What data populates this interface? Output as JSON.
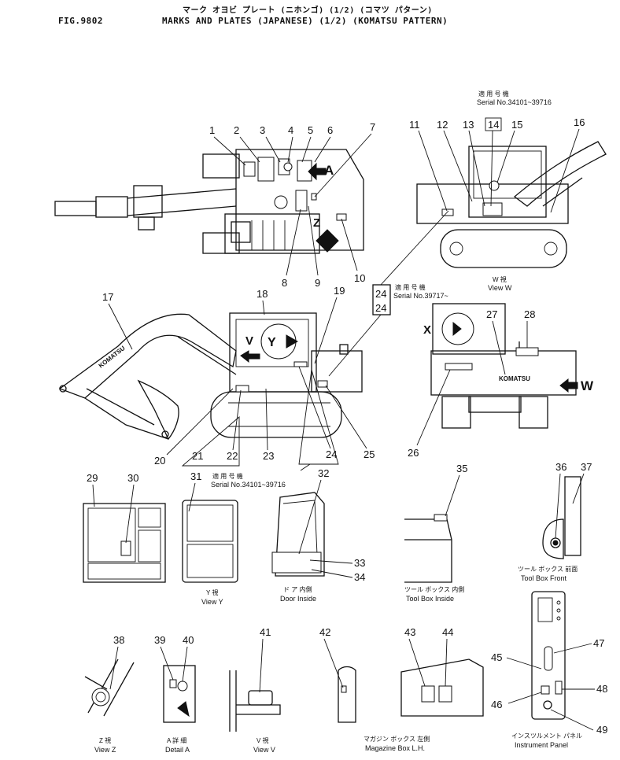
{
  "header": {
    "fig_no": "FIG.9802",
    "title_jp": "マーク オヨビ プレート (ニホンゴ) (1/2) (コマツ パターン)",
    "title_en": "MARKS AND PLATES (JAPANESE) (1/2) (KOMATSU PATTERN)"
  },
  "callouts": [
    "1",
    "2",
    "3",
    "4",
    "5",
    "6",
    "7",
    "8",
    "9",
    "10",
    "11",
    "12",
    "13",
    "14",
    "15",
    "16",
    "17",
    "18",
    "19",
    "20",
    "21",
    "22",
    "23",
    "24",
    "25",
    "26",
    "27",
    "28",
    "29",
    "30",
    "31",
    "32",
    "33",
    "34",
    "35",
    "36",
    "37",
    "38",
    "39",
    "40",
    "41",
    "42",
    "43",
    "44",
    "45",
    "46",
    "47",
    "48",
    "49"
  ],
  "serials": {
    "s1_jp": "適 用 号 機",
    "s1": "Serial No.34101~39716",
    "s2_jp": "適 用 号 機",
    "s2": "Serial No.39717~",
    "s3_jp": "適 用 号 機",
    "s3": "Serial No.34101~39716"
  },
  "view_letters": {
    "A": "A",
    "Z": "Z",
    "Y": "Y",
    "V": "V",
    "X": "X",
    "W": "W"
  },
  "brand": "KOMATSU",
  "views": {
    "view_w_jp": "W 視",
    "view_w": "View W",
    "view_y_jp": "Y 視",
    "view_y": "View Y",
    "door_inside_jp": "ド ア 内側",
    "door_inside": "Door Inside",
    "toolbox_inside_jp": "ツール ボックス 内側",
    "toolbox_inside": "Tool Box Inside",
    "toolbox_front_jp": "ツール ボックス 前面",
    "toolbox_front": "Tool Box Front",
    "view_z_jp": "Z 視",
    "view_z": "View Z",
    "detail_a_jp": "A 詳 細",
    "detail_a": "Detail A",
    "view_v_jp": "V 視",
    "view_v": "View V",
    "magazine_jp": "マガジン ボックス 左側",
    "magazine": "Magazine Box L.H.",
    "instrument_jp": "インスツルメント パネル",
    "instrument": "Instrument Panel"
  }
}
